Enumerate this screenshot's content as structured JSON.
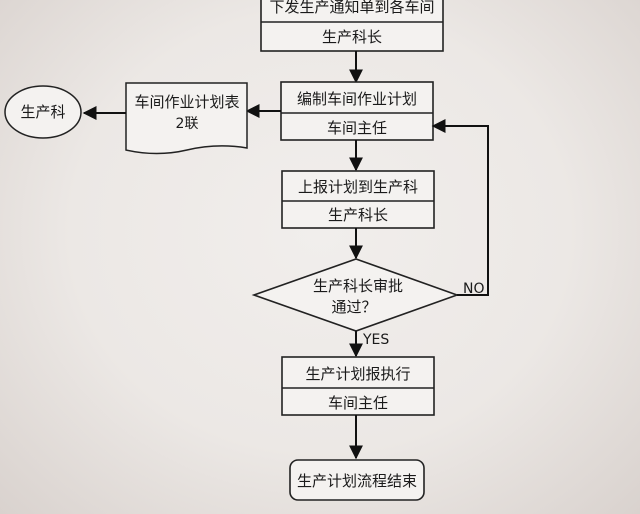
{
  "nodes": {
    "issue_notice": {
      "action": "下发生产通知单到各车间",
      "owner": "生产科长"
    },
    "compile_plan": {
      "action": "编制车间作业计划",
      "owner": "车间主任"
    },
    "report_plan": {
      "action": "上报计划到生产科",
      "owner": "生产科长"
    },
    "review": {
      "line1": "生产科长审批",
      "line2": "通过？"
    },
    "execute_plan": {
      "action": "生产计划报执行",
      "owner": "车间主任"
    },
    "end": {
      "label": "生产计划流程结束"
    },
    "document": {
      "line1": "车间作业计划表",
      "line2": "2联"
    },
    "production_dept": {
      "label": "生产科"
    }
  },
  "edges": {
    "yes_label": "YES",
    "no_label": "NO"
  }
}
